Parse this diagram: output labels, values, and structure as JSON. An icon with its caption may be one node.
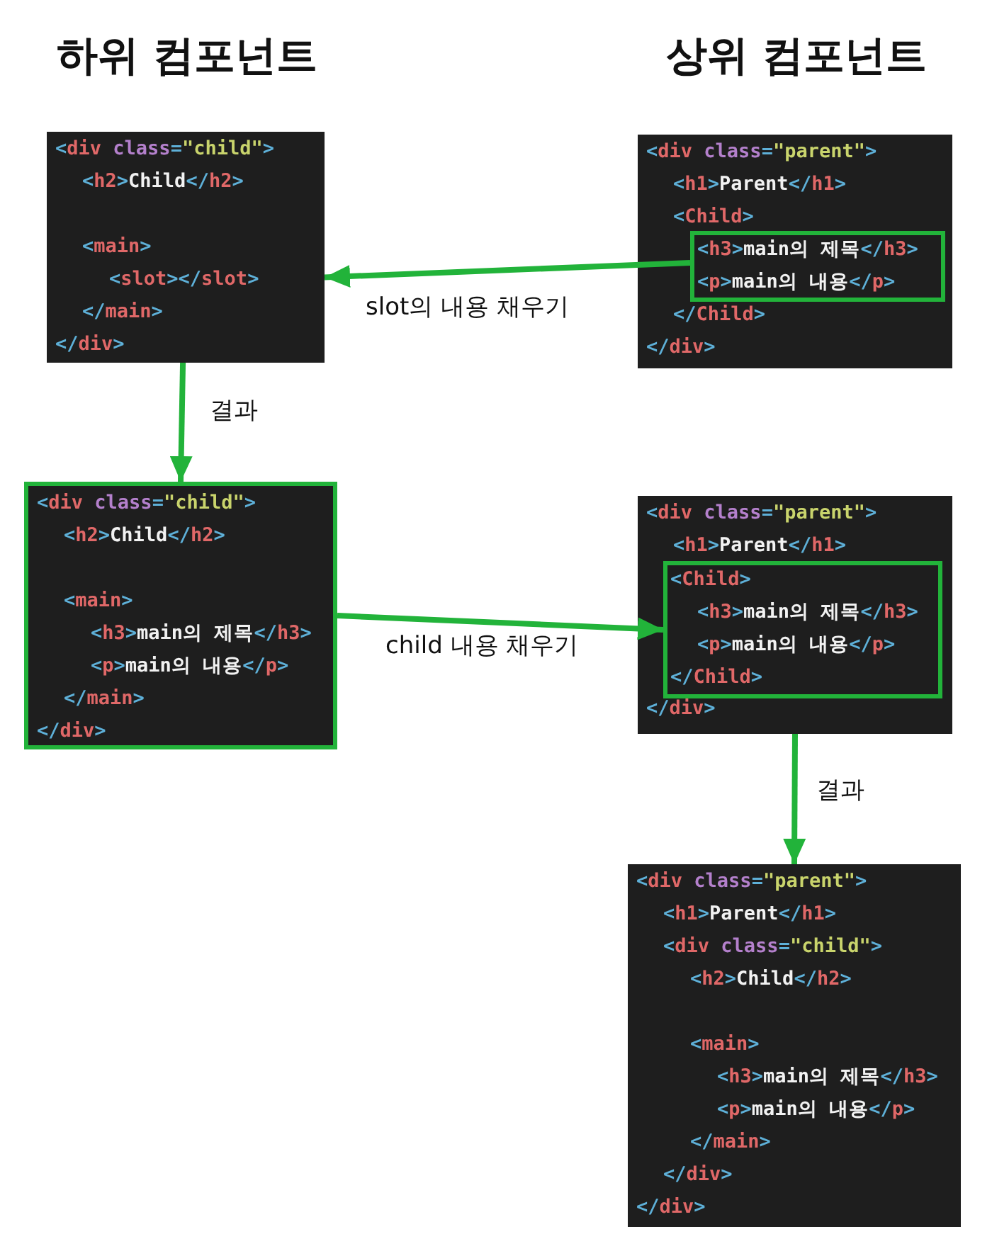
{
  "diagram": {
    "nodes": [
      {
        "text": [
          "<div class=\"child\">",
          "<h2>Child</h2>",
          "<main>",
          "<slot></slot>",
          "</main>",
          "</div>"
        ]
      },
      {
        "text": [
          "<div class=\"parent\">",
          "<h1>Parent</h1>",
          "<Child>",
          "</Child>",
          "</div>"
        ]
      },
      {
        "text": [
          "<h3>main의 제목</h3>",
          "<p>main의 내용</p>"
        ],
        "in": 1
      },
      {
        "text": [
          "<div class=\"child\">",
          "<h2>Child</h2>",
          "<main>",
          "<h3>main의 제목</h3>",
          "<p>main의 내용</p>",
          "</main>",
          "</div>"
        ]
      },
      {
        "text": [
          "<div class=\"parent\">",
          "<h1>Parent</h1>",
          "</div>"
        ]
      },
      {
        "text": [
          "<Child>",
          "<h3>main의 제목</h3>",
          "<p>main의 내용</p>",
          "</Child>"
        ],
        "in": 4
      },
      {
        "text": [
          "<div class=\"parent\">",
          "<h1>Parent</h1>",
          "<div class=\"child\">",
          "<h2>Child</h2>",
          "<main>",
          "<h3>main의 제목</h3>",
          "<p>main의 내용</p>",
          "</main>",
          "</div>",
          "</div>"
        ]
      }
    ],
    "edges": [
      {
        "from": 2,
        "to": 0,
        "arrow": "to",
        "label": "slot의 내용 채우기"
      },
      {
        "from": 0,
        "to": 3,
        "arrow": "to",
        "label": "결과"
      },
      {
        "from": 3,
        "to": 5,
        "arrow": "to",
        "label": "child 내용 채우기"
      },
      {
        "from": 4,
        "to": 6,
        "arrow": "to",
        "label": "결과"
      }
    ],
    "labels": [
      "하위 컴포넌트",
      "상위 컴포넌트"
    ]
  }
}
